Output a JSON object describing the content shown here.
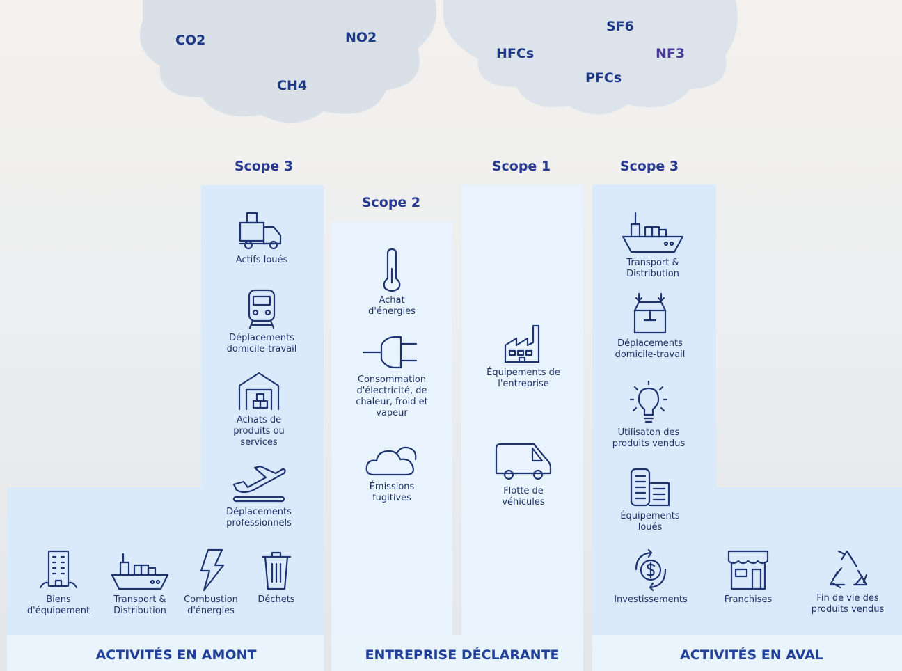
{
  "clouds": {
    "left": [
      "CO2",
      "NO2",
      "CH4"
    ],
    "right": [
      "SF6",
      "HFCs",
      "NF3",
      "PFCs"
    ]
  },
  "scopes": {
    "upstream": "Scope 3",
    "scope2": "Scope 2",
    "scope1": "Scope 1",
    "downstream": "Scope 3"
  },
  "upstream_items": {
    "actifs": "Actifs loués",
    "deplacements_line1": "Déplacements",
    "deplacements_line2": "domicile-travail",
    "achats_line1": "Achats de",
    "achats_line2": "produits ou",
    "achats_line3": "services",
    "pro_line1": "Déplacements",
    "pro_line2": "professionnels",
    "biens_line1": "Biens",
    "biens_line2": "d'équipement",
    "transport_line1": "Transport &",
    "transport_line2": "Distribution",
    "combustion_line1": "Combustion",
    "combustion_line2": "d'énergies",
    "dechets": "Déchets"
  },
  "scope2_items": {
    "achat_line1": "Achat",
    "achat_line2": "d'énergies",
    "conso_line1": "Consommation",
    "conso_line2": "d'électricité, de",
    "conso_line3": "chaleur, froid et",
    "conso_line4": "vapeur",
    "emissions_line1": "Émissions",
    "emissions_line2": "fugitives"
  },
  "scope1_items": {
    "equip_line1": "Équipements de",
    "equip_line2": "l'entreprise",
    "flotte_line1": "Flotte de",
    "flotte_line2": "véhicules"
  },
  "downstream_items": {
    "transport_line1": "Transport &",
    "transport_line2": "Distribution",
    "depl_line1": "Déplacements",
    "depl_line2": "domicile-travail",
    "util_line1": "Utilisaton des",
    "util_line2": "produits vendus",
    "equip_line1": "Équipements",
    "equip_line2": "loués",
    "invest": "Investissements",
    "franchises": "Franchises",
    "fin_line1": "Fin de vie des",
    "fin_line2": "produits vendus"
  },
  "footer": {
    "upstream": "ACTIVITÉS EN AMONT",
    "company": "ENTREPRISE DÉCLARANTE",
    "downstream": "ACTIVITÉS EN AVAL"
  },
  "colors": {
    "light_panel": "#dbeafb",
    "lighter_panel": "#e8f3fd",
    "footer_band": "#eaf4fd",
    "cloud": "#d9e0e8",
    "text_dark": "#1e3166",
    "accent": "#283a8f"
  },
  "icons": [
    "truck-icon",
    "train-icon",
    "warehouse-icon",
    "airplane-icon",
    "building-icon",
    "ship-icon",
    "lightning-icon",
    "trash-icon",
    "thermometer-icon",
    "plug-icon",
    "cloud-icon",
    "factory-icon",
    "van-icon",
    "boxes-icon",
    "lightbulb-icon",
    "office-icon",
    "money-cycle-icon",
    "storefront-icon",
    "recycle-icon"
  ]
}
